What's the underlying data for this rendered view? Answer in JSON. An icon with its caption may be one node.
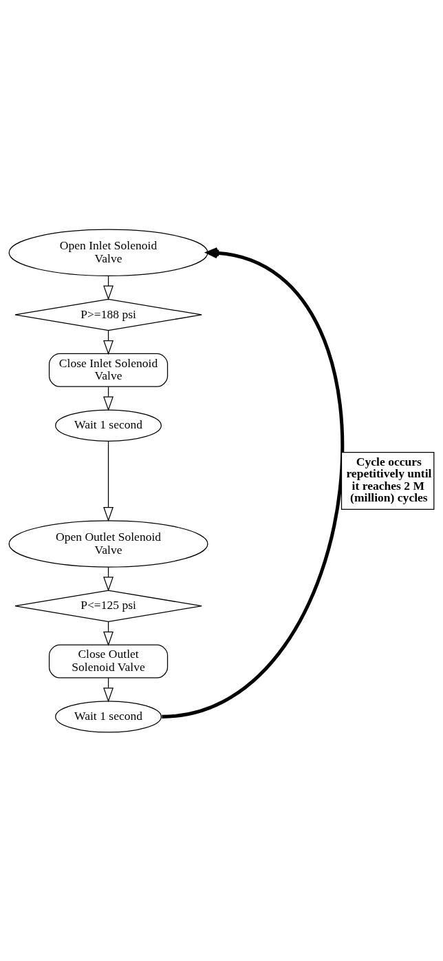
{
  "diagram": {
    "nodes": [
      {
        "text": [
          "Open Inlet Solenoid Valve"
        ]
      },
      {
        "text": [
          "P>=188 psi"
        ]
      },
      {
        "text": [
          "Close Inlet Solenoid Valve"
        ]
      },
      {
        "text": [
          "Wait 1 second"
        ]
      },
      {
        "text": [
          "Open Outlet Solenoid Valve"
        ]
      },
      {
        "text": [
          "P<=125 psi"
        ]
      },
      {
        "text": [
          "Close Outlet Solenoid Valve"
        ]
      },
      {
        "text": [
          "Wait 1 second"
        ]
      }
    ],
    "edges": [
      {
        "from": 0,
        "to": 1,
        "arrow": "to"
      },
      {
        "from": 1,
        "to": 2,
        "arrow": "to"
      },
      {
        "from": 2,
        "to": 3,
        "arrow": "to"
      },
      {
        "from": 3,
        "to": 4,
        "arrow": "to"
      },
      {
        "from": 4,
        "to": 5,
        "arrow": "to"
      },
      {
        "from": 5,
        "to": 6,
        "arrow": "to"
      },
      {
        "from": 6,
        "to": 7,
        "arrow": "to"
      },
      {
        "from": 7,
        "to": 0,
        "arrow": "to",
        "label": "Cycle occurs repetitively until it reaches 2 M (million) cycles",
        "style": "thick"
      }
    ]
  }
}
